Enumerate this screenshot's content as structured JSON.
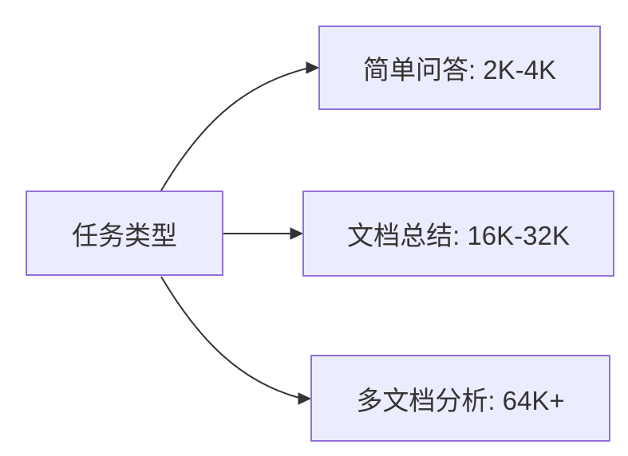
{
  "diagram": {
    "type": "flowchart",
    "direction": "left-to-right",
    "root": {
      "label": "任务类型"
    },
    "branches": [
      {
        "label": "简单问答: 2K-4K"
      },
      {
        "label": "文档总结: 16K-32K"
      },
      {
        "label": "多文档分析: 64K+"
      }
    ],
    "colors": {
      "node_fill": "#ECECFF",
      "node_border": "#9370DB",
      "edge": "#333333",
      "text": "#333333",
      "background": "#FFFFFF"
    }
  }
}
